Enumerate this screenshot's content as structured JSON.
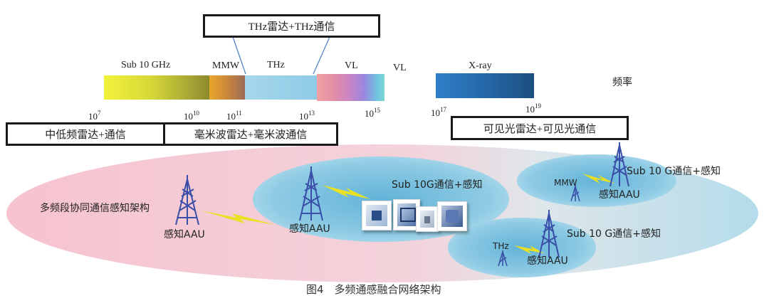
{
  "spectrum": {
    "band_labels": {
      "sub10": "Sub 10 GHz",
      "mmw": "MMW",
      "thz": "THz",
      "vl_inner": "VL",
      "vl_outer": "VL",
      "xray": "X-ray"
    },
    "freq_label": "频率",
    "ticks": [
      {
        "base": "10",
        "exp": "7"
      },
      {
        "base": "10",
        "exp": "10"
      },
      {
        "base": "10",
        "exp": "11"
      },
      {
        "base": "10",
        "exp": "13"
      },
      {
        "base": "10",
        "exp": "15"
      },
      {
        "base": "10",
        "exp": "17"
      },
      {
        "base": "10",
        "exp": "19"
      }
    ]
  },
  "boxes": {
    "thz_box": "THz雷达+THz通信",
    "low_box": "中低频雷达+通信",
    "mmw_box": "毫米波雷达+毫米波通信",
    "vl_box": "可见光雷达+可见光通信"
  },
  "network": {
    "outer_label": "多频段协同通信感知架构",
    "center_label": "Sub 10G通信+感知",
    "right_top_label": "Sub 10 G通信+感知",
    "right_bottom_label": "Sub 10 G通信+感知",
    "aau_left": "感知AAU",
    "aau_center": "感知AAU",
    "aau_right_top": "感知AAU",
    "aau_right_bottom": "感知AAU",
    "mmw_label": "MMW",
    "thz_label": "THz"
  },
  "caption": "图4　多频通感融合网络架构",
  "colors": {
    "pink_ellipse": "#f6c9d3",
    "blue_ellipse": "#a9d8ea",
    "tower": "#3a4fa8",
    "lightning": "#e8e020",
    "box_border": "#1a1a1a"
  }
}
